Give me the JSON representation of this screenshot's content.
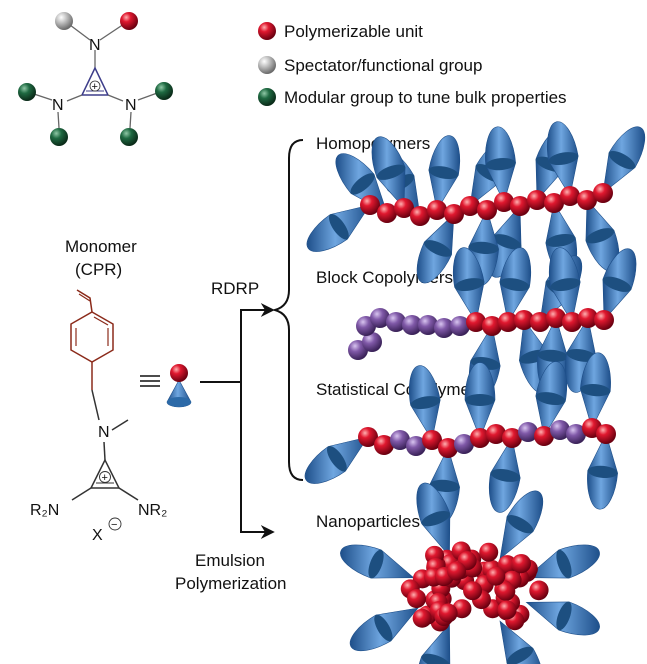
{
  "legend": {
    "items": [
      {
        "label": "Polymerizable unit",
        "color": "#c8102e",
        "icon": "red-sphere"
      },
      {
        "label": "Spectator/functional group",
        "color": "#b8b8b8",
        "icon": "gray-sphere"
      },
      {
        "label": "Modular group to tune bulk properties",
        "color": "#1f5f3c",
        "icon": "green-sphere"
      }
    ]
  },
  "monomer": {
    "title": "Monomer",
    "subtitle": "(CPR)",
    "atom_n": "N",
    "left_amine": "R₂N",
    "right_amine": "NR₂",
    "counterion": "X",
    "charge": "+",
    "minus": "−"
  },
  "scheme_atoms": {
    "n": "N",
    "charge": "+"
  },
  "methods": {
    "rdrp": "RDRP",
    "emulsion_line1": "Emulsion",
    "emulsion_line2": "Polymerization"
  },
  "products": [
    {
      "label": "Homopolymers"
    },
    {
      "label": "Block Copolymers"
    },
    {
      "label": "Statistical Copolymers"
    },
    {
      "label": "Nanoparticles"
    }
  ],
  "colors": {
    "red": "#c8102e",
    "purple": "#7b4fa0",
    "cone_blue": "#3f7fc8",
    "green": "#1f5f3c",
    "gray": "#b8b8b8",
    "bond_brown": "#8b2a1a"
  }
}
